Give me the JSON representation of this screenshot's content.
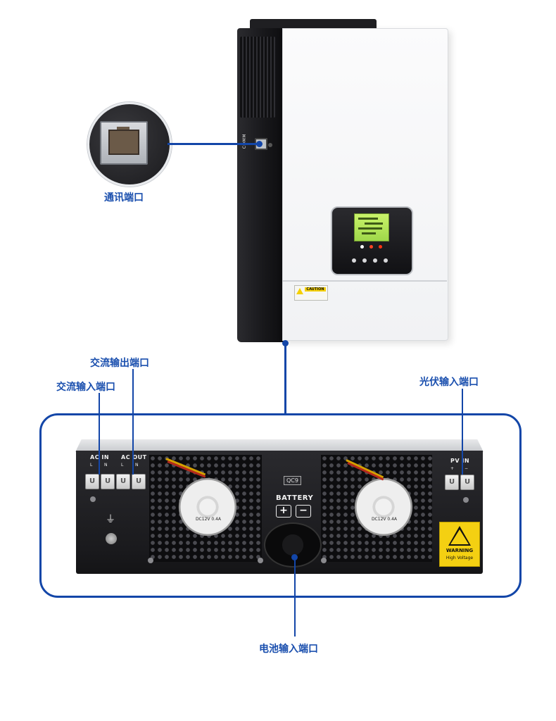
{
  "callouts": {
    "comm_port": "通讯端口",
    "ac_output": "交流输出端口",
    "ac_input": "交流输入端口",
    "pv_input": "光伏输入端口",
    "battery_input": "电池输入端口"
  },
  "device": {
    "side_label": "COMM",
    "caution_label": "CAUTION",
    "ac_in_label": "AC IN",
    "ac_out_label": "AC OUT",
    "pv_in_label": "PV IN",
    "battery_label": "BATTERY",
    "qc_label": "QC9",
    "fan_label": "DC12V 0.4A",
    "warning_title": "WARNING",
    "warning_sub": "High Voltage",
    "terminal_L": "L",
    "terminal_N": "N",
    "plus": "+",
    "minus": "−"
  },
  "colors": {
    "accent": "#1346a8",
    "callout_text": "#1a4fae",
    "warning_yellow": "#f4d012"
  },
  "icons": [
    "ethernet-port-icon",
    "ground-icon",
    "high-voltage-warning-icon",
    "fan-icon"
  ]
}
